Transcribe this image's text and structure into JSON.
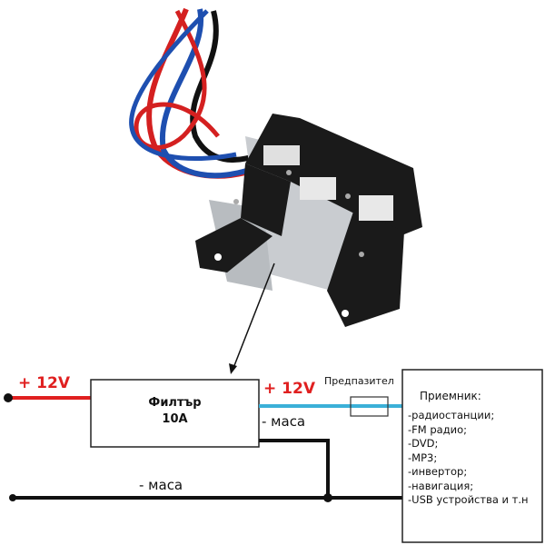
{
  "diagram": {
    "input_voltage_label": "+ 12V",
    "output_voltage_label": "+ 12V",
    "filter": {
      "name": "Филтър",
      "rating": "10A"
    },
    "fuse_label": "Предпазител",
    "ground_label_filter": "- маса",
    "ground_label_main": "- маса",
    "receiver": {
      "title": "Приемник:",
      "items": [
        "-радиостанции;",
        "-FM радио;",
        "-DVD;",
        "-MP3;",
        "-инвертор;",
        "-навигация;",
        "-USB устройства и т.н"
      ]
    },
    "colors": {
      "positive_in": "#e02020",
      "positive_out": "#3bb0d8",
      "ground": "#111111"
    }
  }
}
